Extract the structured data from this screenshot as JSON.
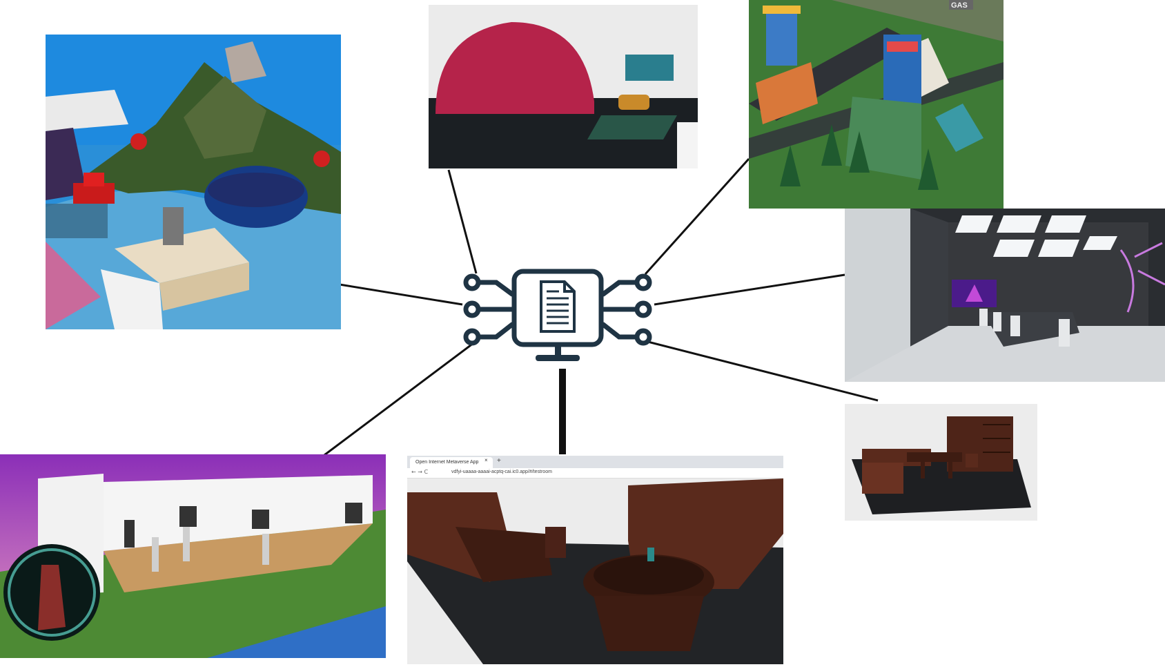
{
  "hub": {
    "icon": "document-monitor-network-icon"
  },
  "panels": [
    {
      "id": "voxel-island",
      "icon": "voxel-island-scene"
    },
    {
      "id": "simple-shapes",
      "icon": "primitive-shapes-scene"
    },
    {
      "id": "low-poly-city",
      "icon": "low-poly-city-scene",
      "sign": "GAS"
    },
    {
      "id": "conference-room",
      "icon": "conference-room-scene"
    },
    {
      "id": "furniture-room",
      "icon": "furniture-room-scene"
    },
    {
      "id": "gallery",
      "icon": "art-gallery-scene"
    },
    {
      "id": "browser-testroom",
      "icon": "browser-testroom-scene"
    }
  ],
  "browser": {
    "tab_title": "Open Internet Metaverse App",
    "tab_close": "×",
    "new_tab": "+",
    "nav_icons": "← → C",
    "url": "vdfyi-uaaaa-aaaai-acptq-cai.ic0.app/#/testroom"
  },
  "colors": {
    "line": "#111111",
    "hub": "#1f3444"
  }
}
